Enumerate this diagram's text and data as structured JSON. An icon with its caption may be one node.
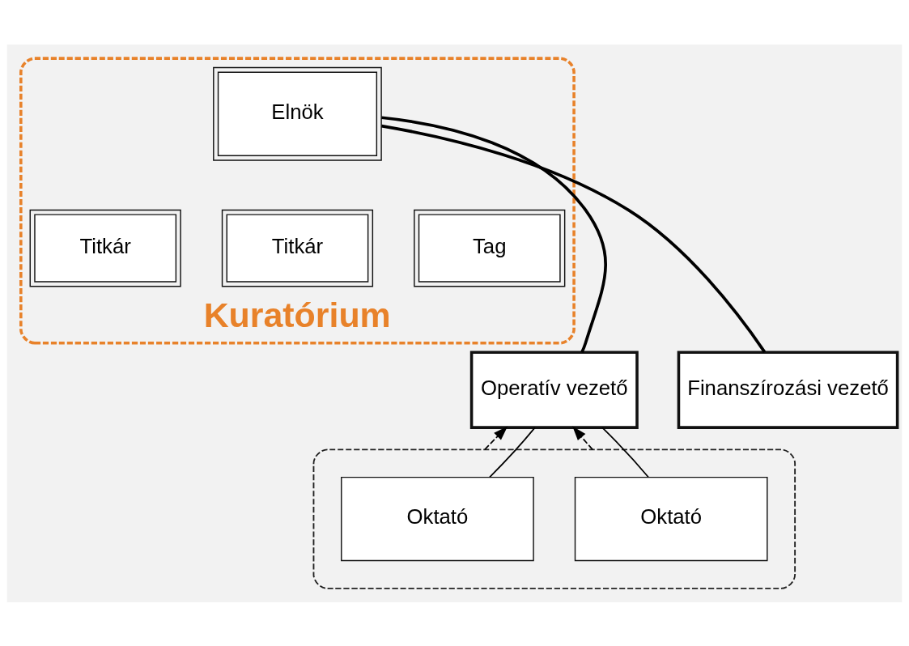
{
  "diagram": {
    "nodes": [
      {
        "text": [
          "Kuratórium"
        ]
      },
      {
        "text": [
          "Elnök"
        ],
        "in": 0
      },
      {
        "text": [
          "Titkár"
        ],
        "in": 0
      },
      {
        "text": [
          "Titkár"
        ],
        "in": 0
      },
      {
        "text": [
          "Tag"
        ],
        "in": 0
      },
      {
        "text": [
          "Operatív vezető"
        ]
      },
      {
        "text": [
          "Finanszírozási vezető"
        ]
      },
      {
        "text": [],
        "shape": "box"
      },
      {
        "text": [
          "Oktató"
        ],
        "in": 7
      },
      {
        "text": [
          "Oktató"
        ],
        "in": 7
      }
    ],
    "edges": [
      {
        "from": 1,
        "to": 5,
        "arrow": "none",
        "style": "thick"
      },
      {
        "from": 1,
        "to": 6,
        "arrow": "none",
        "style": "thick"
      },
      {
        "from": 5,
        "to": 8,
        "arrow": "none"
      },
      {
        "from": 5,
        "to": 9,
        "arrow": "none"
      },
      {
        "from": 7,
        "to": 5,
        "arrow": "to",
        "style": "dashed"
      },
      {
        "from": 7,
        "to": 5,
        "arrow": "to",
        "style": "dashed"
      }
    ]
  }
}
